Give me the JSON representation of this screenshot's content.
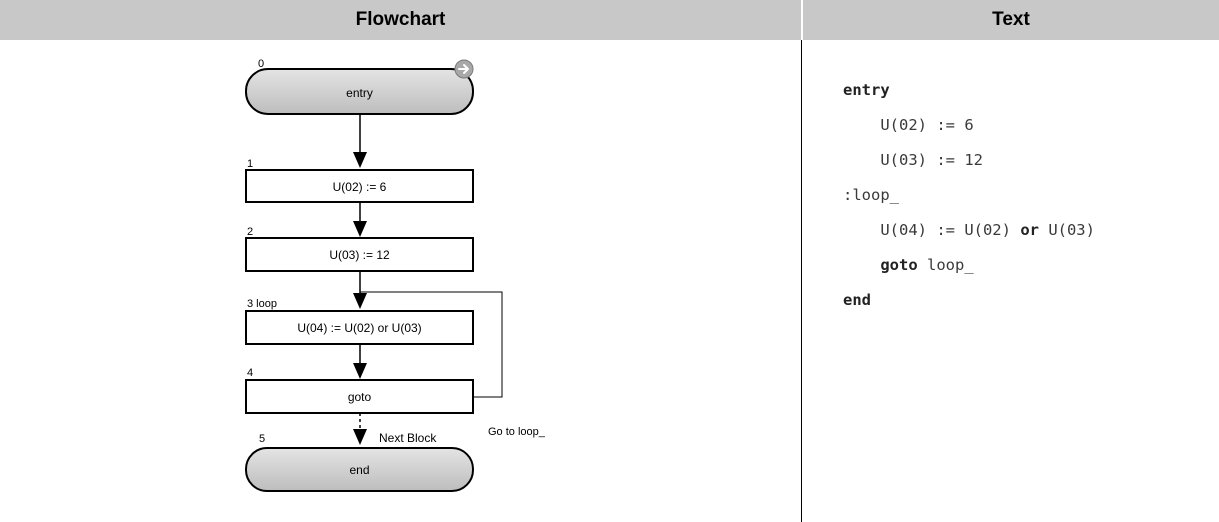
{
  "headers": {
    "flowchart": "Flowchart",
    "text": "Text"
  },
  "flowchart": {
    "nodes": [
      {
        "index": "0",
        "label": "entry"
      },
      {
        "index": "1",
        "label": "U(02) := 6"
      },
      {
        "index": "2",
        "label": "U(03) := 12"
      },
      {
        "index": "3 loop",
        "label": "U(04) := U(02) or U(03)"
      },
      {
        "index": "4",
        "label": "goto"
      },
      {
        "index": "5",
        "label": "end"
      }
    ],
    "goto_label": "Go to loop_",
    "next_block_label": "Next Block"
  },
  "code": {
    "line1": {
      "kw": "entry"
    },
    "line2": {
      "text": "    U(02) := 6"
    },
    "line3": {
      "text": "    U(03) := 12"
    },
    "line4": {
      "text": ":loop_"
    },
    "line5": {
      "pre": "    U(04) := U(02) ",
      "kw": "or",
      "post": " U(03)"
    },
    "line6": {
      "pre": "    ",
      "kw": "goto",
      "post": " loop_"
    },
    "line7": {
      "kw": "end"
    }
  }
}
